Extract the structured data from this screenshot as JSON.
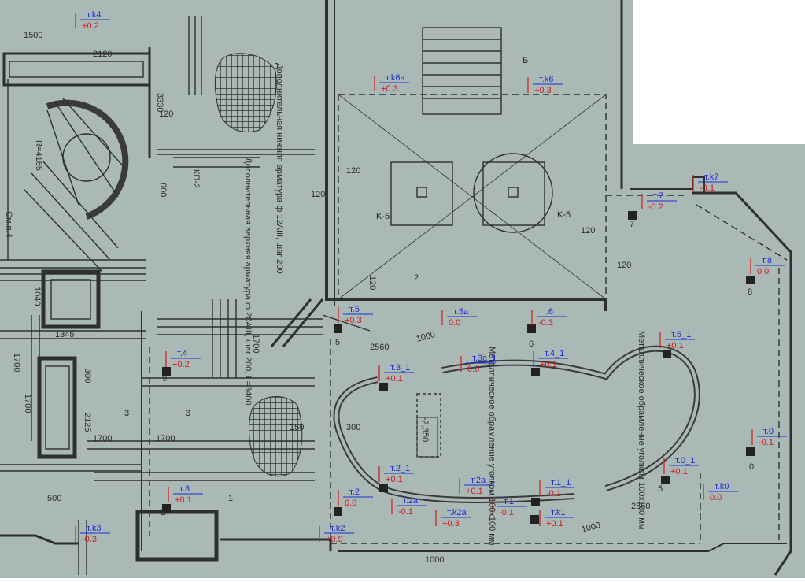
{
  "colors": {
    "paper": "#aab8b6",
    "line": "#2d2f30",
    "point_name": "#1b2fd6",
    "point_value": "#d21a1a",
    "marker": "#222222"
  },
  "points": [
    {
      "name": "т.k4",
      "value": "+0.2"
    },
    {
      "name": "т.k6a",
      "value": "+0.3"
    },
    {
      "name": "т.k6",
      "value": "+0.3"
    },
    {
      "name": "т.k7",
      "value": "-0.1"
    },
    {
      "name": "т.7",
      "value": "-0.2"
    },
    {
      "name": "т.8",
      "value": "0.0"
    },
    {
      "name": "т.5",
      "value": "+0.3"
    },
    {
      "name": "т.5а",
      "value": "0.0"
    },
    {
      "name": "т.6",
      "value": "-0.3"
    },
    {
      "name": "т.4",
      "value": "+0.2"
    },
    {
      "name": "т.5_1",
      "value": "+0.1"
    },
    {
      "name": "т.4_1",
      "value": "+0.1"
    },
    {
      "name": "т.3а_1",
      "value": "0.0"
    },
    {
      "name": "т.3_1",
      "value": "+0.1"
    },
    {
      "name": "т.0",
      "value": "-0.1"
    },
    {
      "name": "т.0_1",
      "value": "+0.1"
    },
    {
      "name": "т.2_1",
      "value": "+0.1"
    },
    {
      "name": "т.2а_1",
      "value": "+0.1"
    },
    {
      "name": "т.1_1",
      "value": "-0.1"
    },
    {
      "name": "т.k0",
      "value": "0.0"
    },
    {
      "name": "т.3",
      "value": "+0.1"
    },
    {
      "name": "т.2",
      "value": "0.0"
    },
    {
      "name": "т.2а",
      "value": "-0.1"
    },
    {
      "name": "т.k2а",
      "value": "+0.3"
    },
    {
      "name": "т.1",
      "value": "-0.1"
    },
    {
      "name": "т.k1",
      "value": "+0.1"
    },
    {
      "name": "т.k3",
      "value": "-0.3"
    },
    {
      "name": "т.k2",
      "value": "+0.9"
    }
  ],
  "dimensions": [
    "1500",
    "2120",
    "3330",
    "120",
    "600",
    "120",
    "120",
    "120",
    "120",
    "120",
    "2560",
    "1000",
    "1700",
    "1700",
    "300",
    "1700",
    "2125",
    "150",
    "300",
    "500",
    "1345",
    "1040",
    "1700",
    "1700",
    "2560",
    "1000",
    "1000"
  ],
  "level_mark": "-2,350",
  "axis_marks": [
    "5",
    "6",
    "7",
    "8",
    "9",
    "0",
    "5",
    "K-5",
    "K-5",
    "2",
    "3",
    "3",
    "1",
    "B",
    "Б"
  ],
  "annotations": {
    "rebar_lower": "Дополнительная нижняя арматура ф 12АIII, шаг 200",
    "rebar_upper": "Дополнительная верхняя арматура ф.20АIII, шаг 200, L=3400",
    "edging_1": "Металлическое обрамление уголком 100х100 мм",
    "edging_2": "Металлическое обрамление уголком 100х100 мм",
    "kp": "КП-2",
    "radius": "R=4165",
    "opening": "См.п.4"
  }
}
